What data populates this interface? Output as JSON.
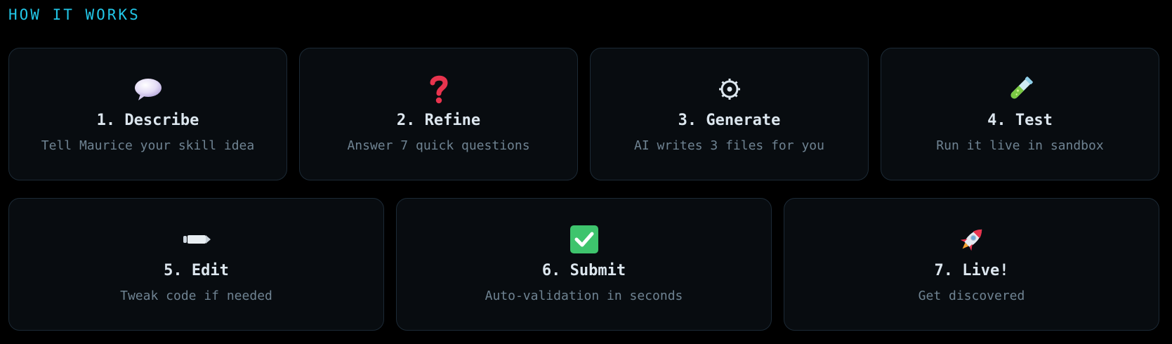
{
  "section": {
    "title": "HOW IT WORKS"
  },
  "steps": [
    {
      "title": "1. Describe",
      "desc": "Tell Maurice your skill idea",
      "icon": "speech-bubble-icon"
    },
    {
      "title": "2. Refine",
      "desc": "Answer 7 quick questions",
      "icon": "question-mark-icon"
    },
    {
      "title": "3. Generate",
      "desc": "AI writes 3 files for you",
      "icon": "gear-icon"
    },
    {
      "title": "4. Test",
      "desc": "Run it live in sandbox",
      "icon": "test-tube-icon"
    },
    {
      "title": "5. Edit",
      "desc": "Tweak code if needed",
      "icon": "pencil-icon"
    },
    {
      "title": "6. Submit",
      "desc": "Auto-validation in seconds",
      "icon": "check-mark-icon"
    },
    {
      "title": "7. Live!",
      "desc": "Get discovered",
      "icon": "rocket-icon"
    }
  ],
  "colors": {
    "accent": "#22c7e8",
    "card_bg": "#080c10",
    "card_border": "#1c2a36",
    "title_text": "#dce6ee",
    "desc_text": "#6f8392",
    "question_red": "#e8344e",
    "check_green": "#3ec46d"
  }
}
